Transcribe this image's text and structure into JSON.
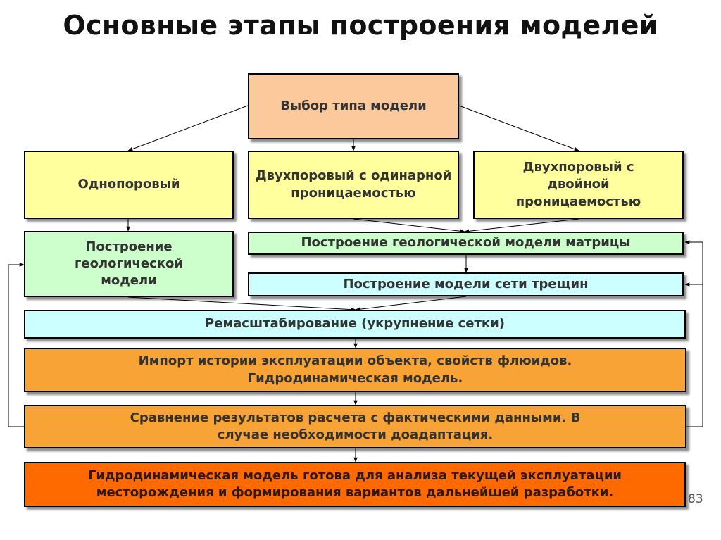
{
  "title": "Основные этапы построения моделей",
  "page_number": "83",
  "boxes": {
    "model_choice": "Выбор типа модели",
    "single_porosity": "Однопоровый",
    "dual_porosity_single_perm": "Двухпоровый с одинарной проницаемостью",
    "dual_porosity_dual_perm": "Двухпоровый с двойной проницаемостью",
    "geo_model": "Построение геологической модели",
    "matrix_geo_model": "Построение геологической модели матрицы",
    "fracture_network": "Построение модели сети трещин",
    "upscaling": "Ремасштабирование (укрупнение сетки)",
    "import_history": "Импорт истории эксплуатации объекта, свойств флюидов. Гидродинамическая модель.",
    "comparison": "Сравнение результатов расчета с фактическими данными. В случае необходимости доадаптация.",
    "final": "Гидродинамическая модель готова для анализа текущей эксплуатации месторождения и формирования вариантов дальнейшей разработки."
  }
}
